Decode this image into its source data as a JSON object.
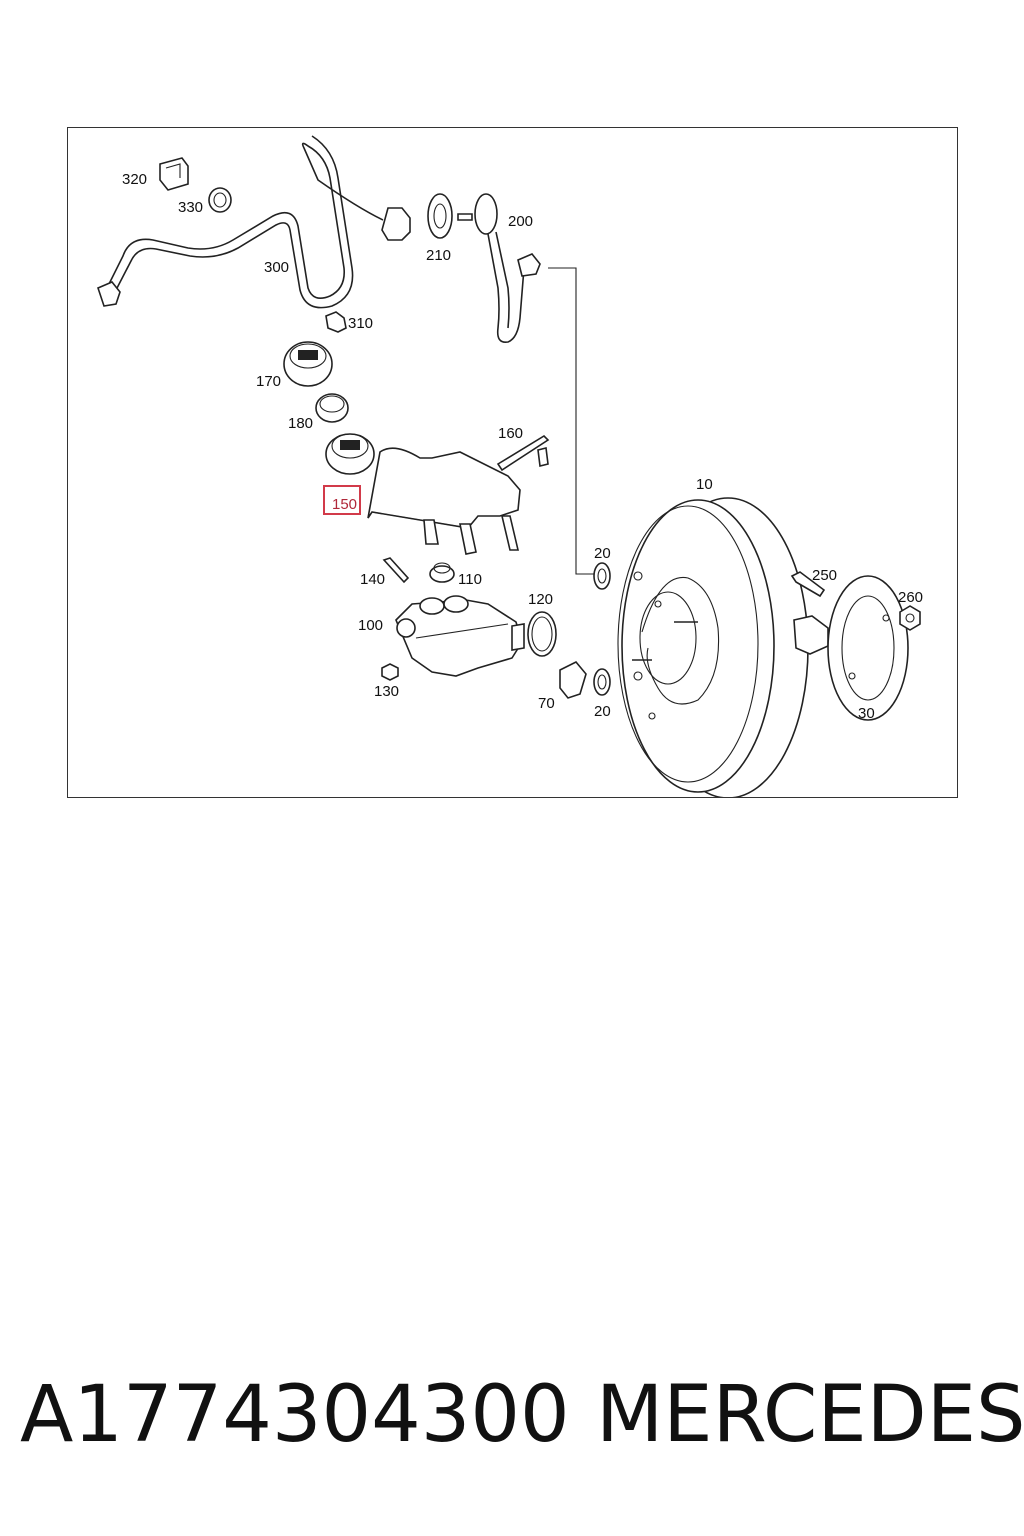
{
  "diagram": {
    "labels": {
      "l320": "320",
      "l330": "330",
      "l300": "300",
      "l310": "310",
      "l210": "210",
      "l200": "200",
      "l170": "170",
      "l180": "180",
      "l160": "160",
      "l150": "150",
      "l140": "140",
      "l110": "110",
      "l100": "100",
      "l130": "130",
      "l120": "120",
      "l70": "70",
      "l20a": "20",
      "l20b": "20",
      "l10": "10",
      "l250": "250",
      "l260": "260",
      "l30": "30"
    },
    "highlighted_label": "150",
    "highlight_color": "#d23a4a"
  },
  "footer": {
    "part_number": "A1774304300",
    "brand": "MERCEDES"
  }
}
